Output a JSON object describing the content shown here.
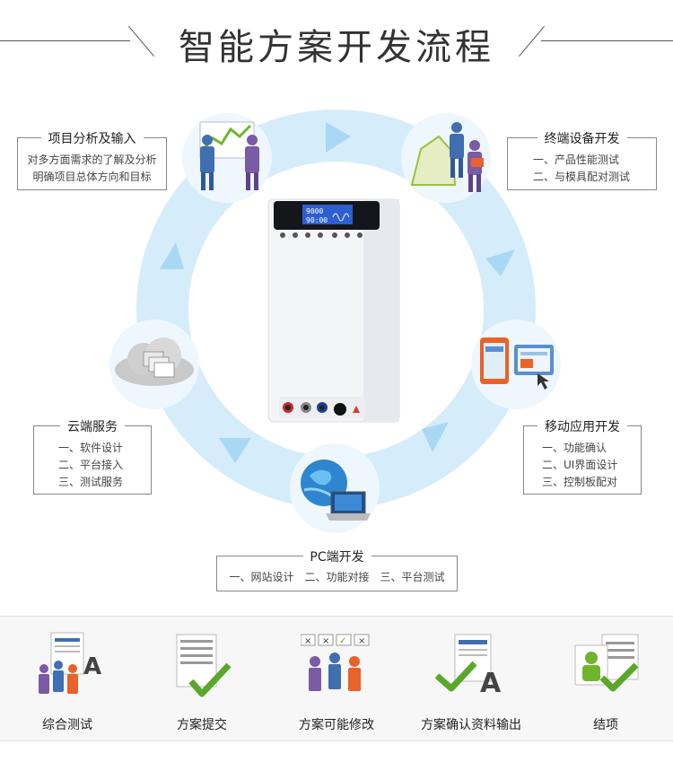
{
  "title": "智能方案开发流程",
  "stages": {
    "analysis": {
      "title": "项目分析及输入",
      "lines": [
        "对多方面需求的了解及分析",
        "明确项目总体方向和目标"
      ]
    },
    "terminal": {
      "title": "终端设备开发",
      "lines": [
        "一、产品性能测试",
        "二、与模具配对测试"
      ]
    },
    "cloud": {
      "title": "云端服务",
      "lines": [
        "一、软件设计",
        "二、平台接入",
        "三、测试服务"
      ]
    },
    "mobile": {
      "title": "移动应用开发",
      "lines": [
        "一、功能确认",
        "二、UI界面设计",
        "三、控制板配对"
      ]
    },
    "pc": {
      "title": "PC端开发",
      "line": "一、网站设计　二、功能对接　三、平台测试"
    }
  },
  "device": {
    "display_top": "9000",
    "display_bottom": "90:00"
  },
  "steps": [
    {
      "label": "综合测试",
      "icon": "team-document-icon"
    },
    {
      "label": "方案提交",
      "icon": "document-check-icon"
    },
    {
      "label": "方案可能修改",
      "icon": "team-review-icon"
    },
    {
      "label": "方案确认资料输出",
      "icon": "check-document-icon"
    },
    {
      "label": "结项",
      "icon": "person-check-icon"
    }
  ],
  "colors": {
    "ring": "#d5ecfb",
    "arrow": "#a9d8f5",
    "check": "#5aa82a",
    "figure_blue": "#3f6fb0",
    "figure_purple": "#7b5aa6"
  }
}
